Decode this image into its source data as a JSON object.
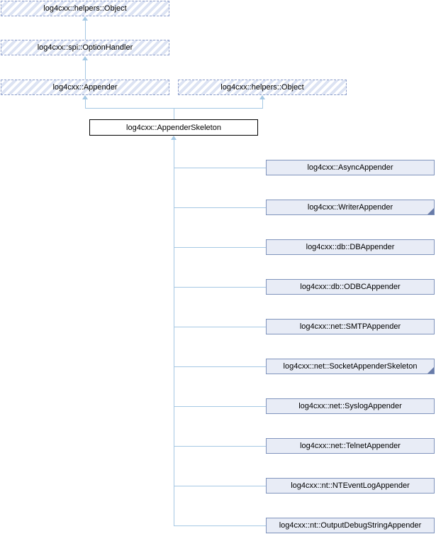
{
  "colors": {
    "connector_line": "#a5c8e4",
    "hatch_stripe": "#dce3f3",
    "dashed_border": "#8d9ecb",
    "child_fill": "#e8ecf6",
    "child_border": "#8094bd",
    "current_border": "#000000",
    "current_fill": "#ffffff",
    "fold_corner": "#687ba8",
    "text": "#000000"
  },
  "ancestors": {
    "object_top": {
      "label": "log4cxx::helpers::Object"
    },
    "option_handler": {
      "label": "log4cxx::spi::OptionHandler"
    },
    "appender": {
      "label": "log4cxx::Appender"
    },
    "helpers_object": {
      "label": "log4cxx::helpers::Object"
    }
  },
  "current_class": {
    "label": "log4cxx::AppenderSkeleton"
  },
  "children": [
    {
      "label": "log4cxx::AsyncAppender",
      "has_subclasses": false
    },
    {
      "label": "log4cxx::WriterAppender",
      "has_subclasses": true
    },
    {
      "label": "log4cxx::db::DBAppender",
      "has_subclasses": false
    },
    {
      "label": "log4cxx::db::ODBCAppender",
      "has_subclasses": false
    },
    {
      "label": "log4cxx::net::SMTPAppender",
      "has_subclasses": false
    },
    {
      "label": "log4cxx::net::SocketAppenderSkeleton",
      "has_subclasses": true
    },
    {
      "label": "log4cxx::net::SyslogAppender",
      "has_subclasses": false
    },
    {
      "label": "log4cxx::net::TelnetAppender",
      "has_subclasses": false
    },
    {
      "label": "log4cxx::nt::NTEventLogAppender",
      "has_subclasses": false
    },
    {
      "label": "log4cxx::nt::OutputDebugStringAppender",
      "has_subclasses": false
    }
  ]
}
